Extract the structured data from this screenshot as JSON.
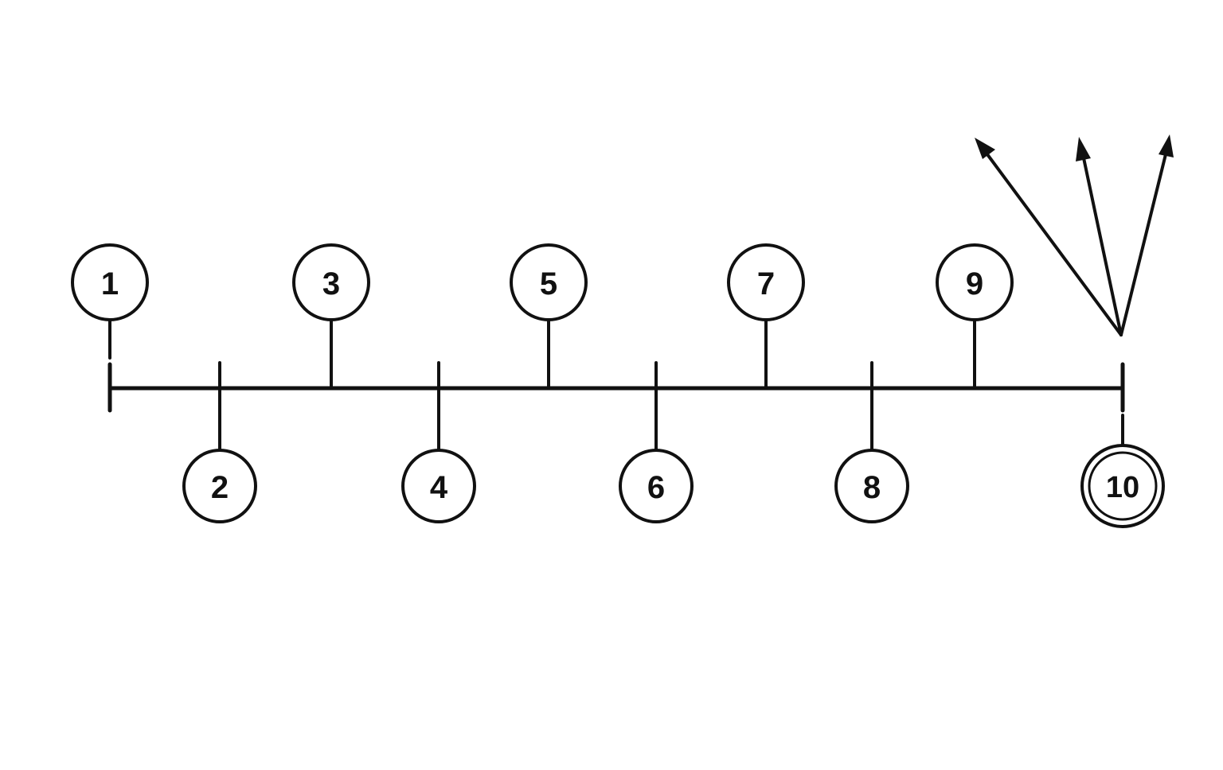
{
  "diagram": {
    "nodes": [
      {
        "label": "1",
        "position": "above",
        "style": "single"
      },
      {
        "label": "2",
        "position": "below",
        "style": "single"
      },
      {
        "label": "3",
        "position": "above",
        "style": "single"
      },
      {
        "label": "4",
        "position": "below",
        "style": "single"
      },
      {
        "label": "5",
        "position": "above",
        "style": "single"
      },
      {
        "label": "6",
        "position": "below",
        "style": "single"
      },
      {
        "label": "7",
        "position": "above",
        "style": "single"
      },
      {
        "label": "8",
        "position": "below",
        "style": "single"
      },
      {
        "label": "9",
        "position": "above",
        "style": "single"
      },
      {
        "label": "10",
        "position": "below",
        "style": "double"
      }
    ],
    "branch_arrow_count": 3,
    "colors": {
      "line": "#111111",
      "background": "#ffffff"
    }
  }
}
